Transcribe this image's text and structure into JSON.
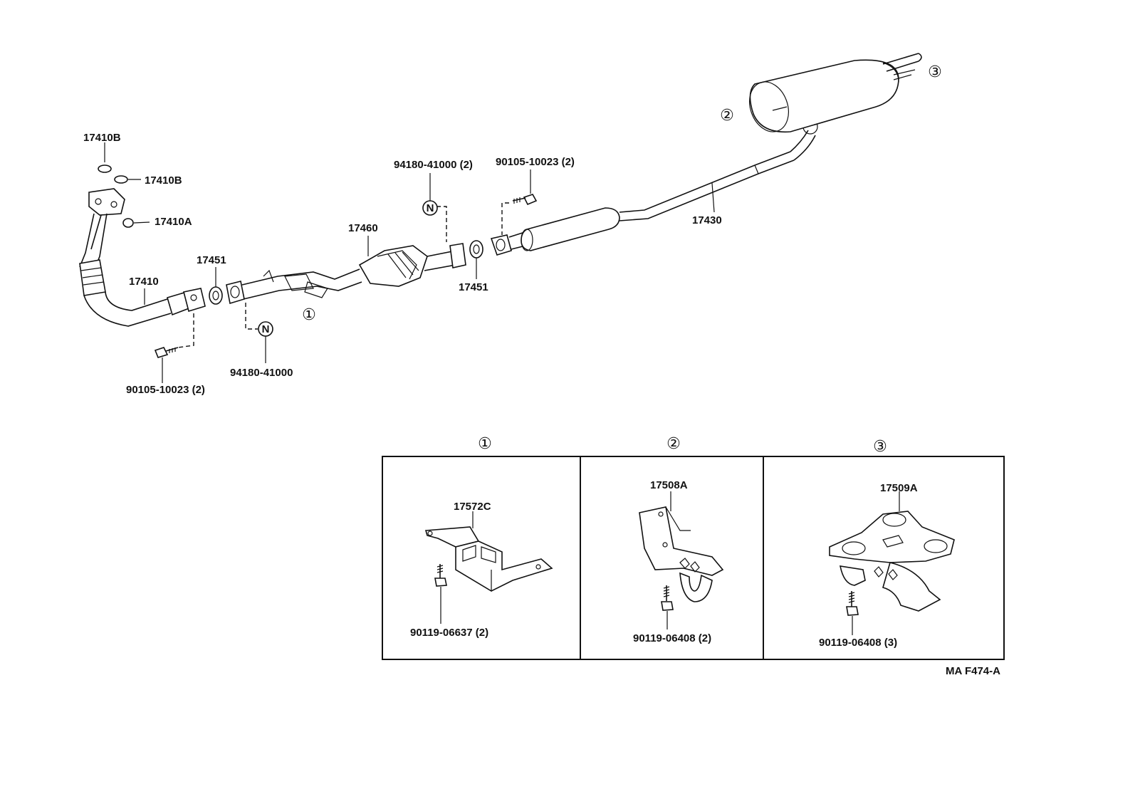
{
  "labels": {
    "p17410B_top": "17410B",
    "p17410B_right": "17410B",
    "p17410A": "17410A",
    "p17410": "17410",
    "p17451_left": "17451",
    "p17460": "17460",
    "p94180_2": "94180-41000 (2)",
    "p90105_top": "90105-10023 (2)",
    "p17451_right": "17451",
    "p17430": "17430",
    "p94180": "94180-41000",
    "p90105_bottom": "90105-10023 (2)",
    "p17572C": "17572C",
    "p90119_06637": "90119-06637 (2)",
    "p17508A": "17508A",
    "p90119_06408_2": "90119-06408 (2)",
    "p17509A": "17509A",
    "p90119_06408_3": "90119-06408 (3)",
    "diagram_code": "MA F474-A"
  },
  "callouts": {
    "c1_main": "①",
    "c2_main": "②",
    "c3_main": "③",
    "c1_panel": "①",
    "c2_panel": "②",
    "c3_panel": "③"
  },
  "nut_marker": "N"
}
